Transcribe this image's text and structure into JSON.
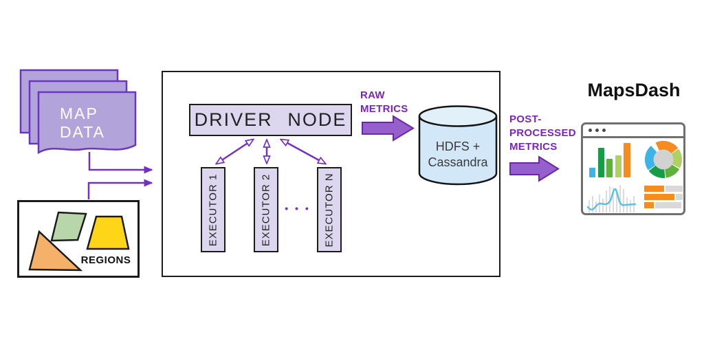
{
  "map_data": {
    "line1": "MAP",
    "line2": "DATA"
  },
  "regions": {
    "label": "REGIONS"
  },
  "cluster": {
    "driver_label": "DRIVER NODE",
    "executors": [
      "EXECUTOR 1",
      "EXECUTOR 2",
      "EXECUTOR N"
    ],
    "ellipsis": "• • •"
  },
  "storage": {
    "line1": "HDFS +",
    "line2": "Cassandra"
  },
  "flow_labels": {
    "raw_line1": "RAW",
    "raw_line2": "METRICS",
    "post_line1": "POST-",
    "post_line2": "PROCESSED",
    "post_line3": "METRICS"
  },
  "dashboard": {
    "title": "MapsDash",
    "icons": [
      "bar-chart",
      "donut-chart",
      "line-chart",
      "horizontal-bar-chart"
    ]
  },
  "colors": {
    "connector_purple": "#7230c8",
    "label_purple": "#7c24bd",
    "block_arrow_fill": "#9660cc",
    "block_arrow_stroke": "#6c24ab",
    "page_fill": "#b2a4da",
    "page_stroke": "#6a35c2",
    "node_fill": "#dcd7ee",
    "cylinder_fill": "#d2e8f8",
    "orange": "#f68b1f",
    "green_dark": "#179c48",
    "green_mid": "#5eb23c",
    "lime": "#aed161",
    "blue": "#3cb4e5",
    "gray": "#d9d9d9",
    "triangle_fill": "#f5b06a",
    "parallelogram_fill": "#b7d7ab",
    "trapezoid_fill": "#ffd517"
  }
}
